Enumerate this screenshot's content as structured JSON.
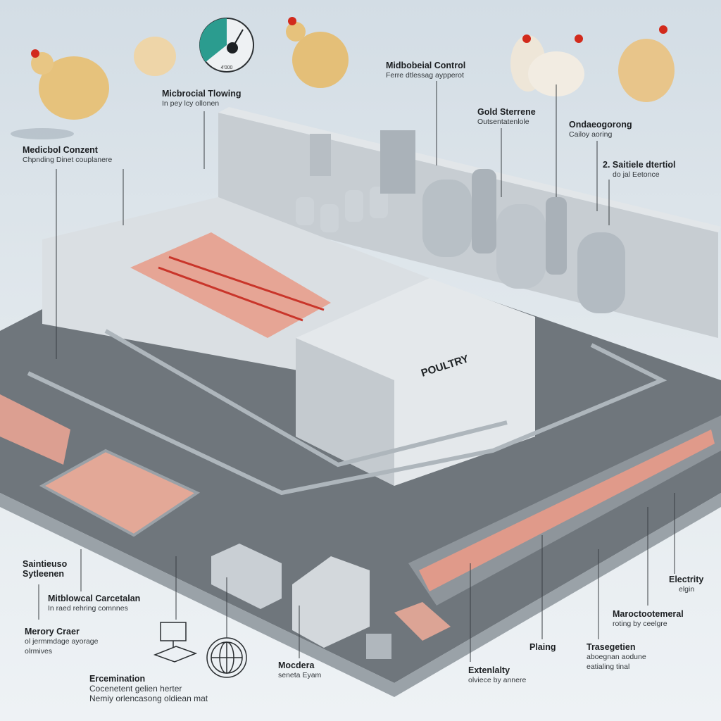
{
  "title": "Poultry Processing Facility",
  "building_sign": "POULTRY",
  "gauge_label": "4'000",
  "colors": {
    "background": "#dbe3e9",
    "floor": "#6f767c",
    "wall": "#cfd4d8",
    "steel": "#b9c0c6",
    "meat": "#e7a391",
    "accent": "#2b9c8f",
    "comb": "#d22a1c"
  },
  "callouts": [
    {
      "title": "Micbrocial Tlowing",
      "sub": [
        "In pey lcy ollonen"
      ]
    },
    {
      "title": "Midbobeial Control",
      "sub": [
        "Ferre dtlessag aypperot"
      ]
    },
    {
      "title": "Medicbol Conzent",
      "sub": [
        "Chpnding Dinet couplanere"
      ]
    },
    {
      "title": "Gold Sterrene",
      "sub": [
        "Outsentatenlole"
      ]
    },
    {
      "title": "Ondaeogorong",
      "sub": [
        "Cailoy aoring"
      ]
    },
    {
      "title": "2. Saitiele dtertiol",
      "sub": [
        "do jal Eetonce"
      ]
    },
    {
      "title": "Saintieuso",
      "sub": [
        "Sytleenen"
      ]
    },
    {
      "title": "Mitblowcal Carcetalan",
      "sub": [
        "In raed rehring comnnes"
      ]
    },
    {
      "title": "Merory Craer",
      "sub": [
        "ol jermmdage ayorage",
        "olrmives"
      ]
    },
    {
      "title": "Ercemination",
      "sub": [
        "Cocenetent gelien herter",
        "Nemiy orlencasong oldiean mat"
      ]
    },
    {
      "title": "Mocdera",
      "sub": [
        "seneta Eyam"
      ]
    },
    {
      "title": "Extenlalty",
      "sub": [
        "olviece by annere"
      ]
    },
    {
      "title": "Plaing",
      "sub": []
    },
    {
      "title": "Trasegetien",
      "sub": [
        "aboegnan aodune",
        "eatialing tinal"
      ]
    },
    {
      "title": "Electrity",
      "sub": [
        "elgin"
      ]
    },
    {
      "title": "Maroctootemeral",
      "sub": [
        "roting by ceelgre"
      ]
    }
  ]
}
